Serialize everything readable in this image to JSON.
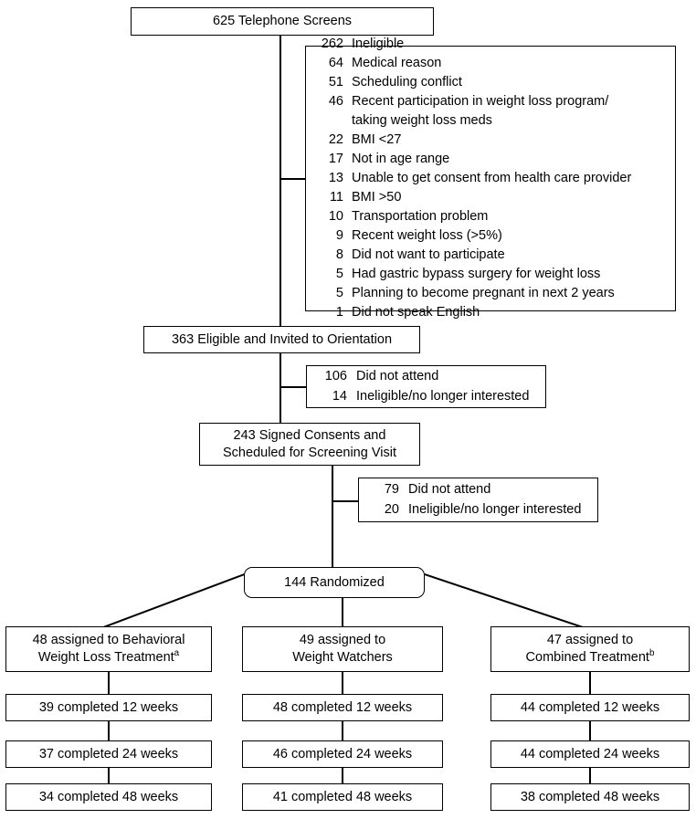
{
  "figure": {
    "type": "consort-flow-diagram",
    "title": "Participant flow through telephone screening, eligibility, randomization, and follow-up"
  },
  "nodes": {
    "telephone_screens": {
      "label": "625 Telephone Screens",
      "n": 625
    },
    "ineligible_box": {
      "reasons": [
        {
          "n": "262",
          "text": "Ineligible"
        },
        {
          "n": "64",
          "text": "Medical reason"
        },
        {
          "n": "51",
          "text": "Scheduling conflict"
        },
        {
          "n": "46",
          "text": "Recent participation in weight loss program/\ntaking weight loss meds"
        },
        {
          "n": "22",
          "text": "BMI <27"
        },
        {
          "n": "17",
          "text": "Not in age range"
        },
        {
          "n": "13",
          "text": "Unable to get consent from health care provider"
        },
        {
          "n": "11",
          "text": "BMI >50"
        },
        {
          "n": "10",
          "text": "Transportation problem"
        },
        {
          "n": "9",
          "text": "Recent weight loss (>5%)"
        },
        {
          "n": "8",
          "text": "Did not want to participate"
        },
        {
          "n": "5",
          "text": "Had gastric bypass surgery for weight loss"
        },
        {
          "n": "5",
          "text": "Planning to become pregnant in next 2 years"
        },
        {
          "n": "1",
          "text": "Did not speak English"
        }
      ]
    },
    "eligible_invited": {
      "label": "363 Eligible and Invited to Orientation",
      "n": 363
    },
    "orientation_losses": {
      "rows": [
        {
          "n": "106",
          "text": "Did not attend"
        },
        {
          "n": "14",
          "text": "Ineligible/no longer interested"
        }
      ]
    },
    "signed_consents": {
      "line1": "243 Signed Consents and",
      "line2": "Scheduled for Screening Visit",
      "n": 243
    },
    "screening_losses": {
      "rows": [
        {
          "n": "79",
          "text": "Did not attend"
        },
        {
          "n": "20",
          "text": "Ineligible/no longer interested"
        }
      ]
    },
    "randomized": {
      "label": "144 Randomized",
      "n": 144
    }
  },
  "arms": [
    {
      "id": "behavioral",
      "assigned_line1": "48 assigned to Behavioral",
      "assigned_line2": "Weight Loss Treatment",
      "assigned_footnote": "a",
      "assigned_n": 48,
      "followups": [
        {
          "label": "39 completed 12 weeks",
          "n": 39,
          "weeks": 12
        },
        {
          "label": "37 completed 24 weeks",
          "n": 37,
          "weeks": 24
        },
        {
          "label": "34 completed 48 weeks",
          "n": 34,
          "weeks": 48
        }
      ]
    },
    {
      "id": "weight-watchers",
      "assigned_line1": "49 assigned to",
      "assigned_line2": "Weight Watchers",
      "assigned_footnote": "",
      "assigned_n": 49,
      "followups": [
        {
          "label": "48 completed 12 weeks",
          "n": 48,
          "weeks": 12
        },
        {
          "label": "46 completed 24 weeks",
          "n": 46,
          "weeks": 24
        },
        {
          "label": "41 completed 48 weeks",
          "n": 41,
          "weeks": 48
        }
      ]
    },
    {
      "id": "combined",
      "assigned_line1": "47 assigned to",
      "assigned_line2": "Combined Treatment",
      "assigned_footnote": "b",
      "assigned_n": 47,
      "followups": [
        {
          "label": "44 completed 12 weeks",
          "n": 44,
          "weeks": 12
        },
        {
          "label": "44 completed 24 weeks",
          "n": 44,
          "weeks": 24
        },
        {
          "label": "38 completed 48 weeks",
          "n": 38,
          "weeks": 48
        }
      ]
    }
  ],
  "colors": {
    "stroke": "#000000",
    "background": "#ffffff",
    "text": "#000000"
  }
}
